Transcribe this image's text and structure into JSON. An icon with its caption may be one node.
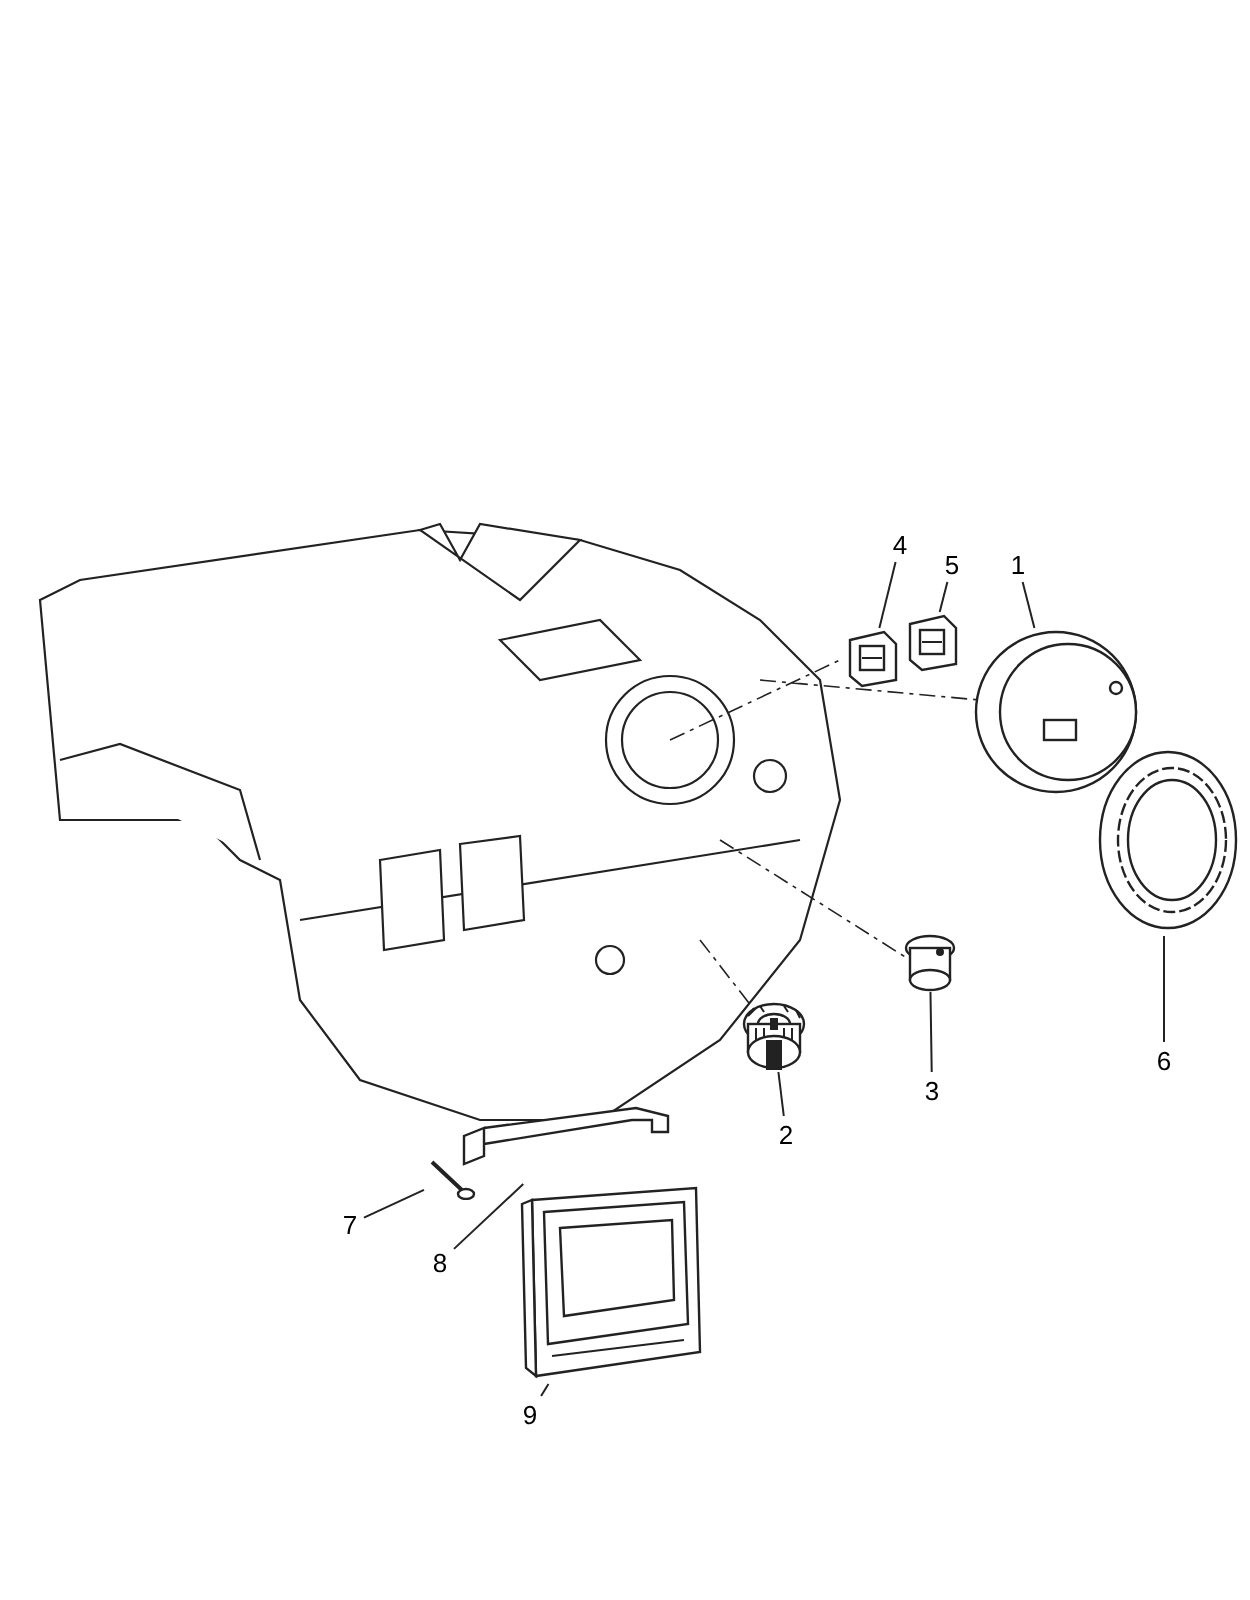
{
  "diagram": {
    "nodes": [
      {
        "text": [
          "1"
        ]
      },
      {
        "text": [
          "2"
        ]
      },
      {
        "text": [
          "3"
        ]
      },
      {
        "text": [
          "4"
        ]
      },
      {
        "text": [
          "5"
        ]
      },
      {
        "text": [
          "6"
        ]
      },
      {
        "text": [
          "7"
        ]
      },
      {
        "text": [
          "8"
        ]
      },
      {
        "text": [
          "9"
        ]
      },
      {
        "text": [],
        "shape": "picture"
      },
      {
        "text": [],
        "shape": "picture"
      },
      {
        "text": [],
        "shape": "picture"
      },
      {
        "text": [],
        "shape": "picture"
      },
      {
        "text": [],
        "shape": "picture"
      },
      {
        "text": [],
        "shape": "picture"
      },
      {
        "text": [],
        "shape": "picture"
      },
      {
        "text": [],
        "shape": "picture"
      },
      {
        "text": [],
        "shape": "picture"
      }
    ],
    "edges": [
      {
        "from": 0,
        "to": 9,
        "arrow": "none"
      },
      {
        "from": 1,
        "to": 10,
        "arrow": "none"
      },
      {
        "from": 2,
        "to": 11,
        "arrow": "none"
      },
      {
        "from": 3,
        "to": 12,
        "arrow": "none"
      },
      {
        "from": 4,
        "to": 13,
        "arrow": "none"
      },
      {
        "from": 5,
        "to": 14,
        "arrow": "none"
      },
      {
        "from": 6,
        "to": 15,
        "arrow": "none"
      },
      {
        "from": 7,
        "to": 16,
        "arrow": "none"
      },
      {
        "from": 8,
        "to": 17,
        "arrow": "none"
      }
    ]
  }
}
